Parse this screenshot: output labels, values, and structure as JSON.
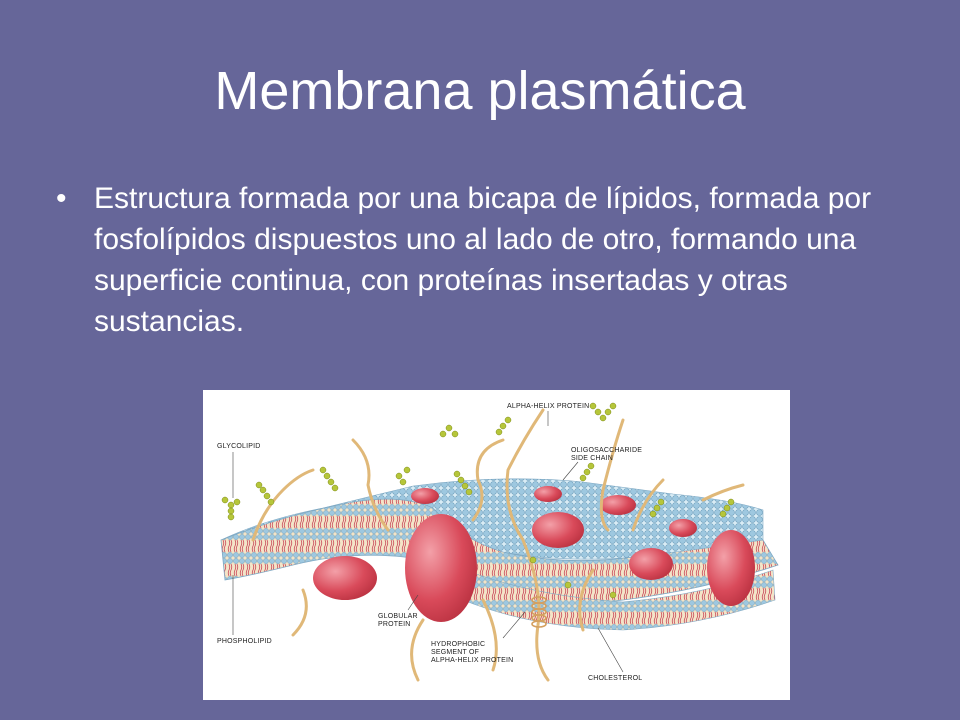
{
  "slide": {
    "title": "Membrana plasmática",
    "bullet_symbol": "•",
    "bullet_text": "Estructura formada por una bicapa de lípidos, formada por fosfolípidos dispuestos uno al lado de otro, formando una superficie continua, con proteínas insertadas y otras sustancias."
  },
  "figure": {
    "labels": {
      "alpha_helix_protein": "ALPHA-HELIX PROTEIN",
      "glycolipid": "GLYCOLIPID",
      "oligosaccharide_1": "OLIGOSACCHARIDE",
      "oligosaccharide_2": "SIDE CHAIN",
      "phospholipid": "PHOSPHOLIPID",
      "globular_1": "GLOBULAR",
      "globular_2": "PROTEIN",
      "hydrophobic_1": "HYDROPHOBIC",
      "hydrophobic_2": "SEGMENT OF",
      "hydrophobic_3": "ALPHA-HELIX PROTEIN",
      "cholesterol": "CHOLESTEROL"
    }
  },
  "colors": {
    "background": "#666699",
    "text": "#ffffff",
    "head_blue": "#9ec8e0",
    "protein_red": "#d94a5a",
    "sugar_green": "#b6c63a",
    "alpha_helix": "#e0b878",
    "tails": "#c9485a"
  }
}
